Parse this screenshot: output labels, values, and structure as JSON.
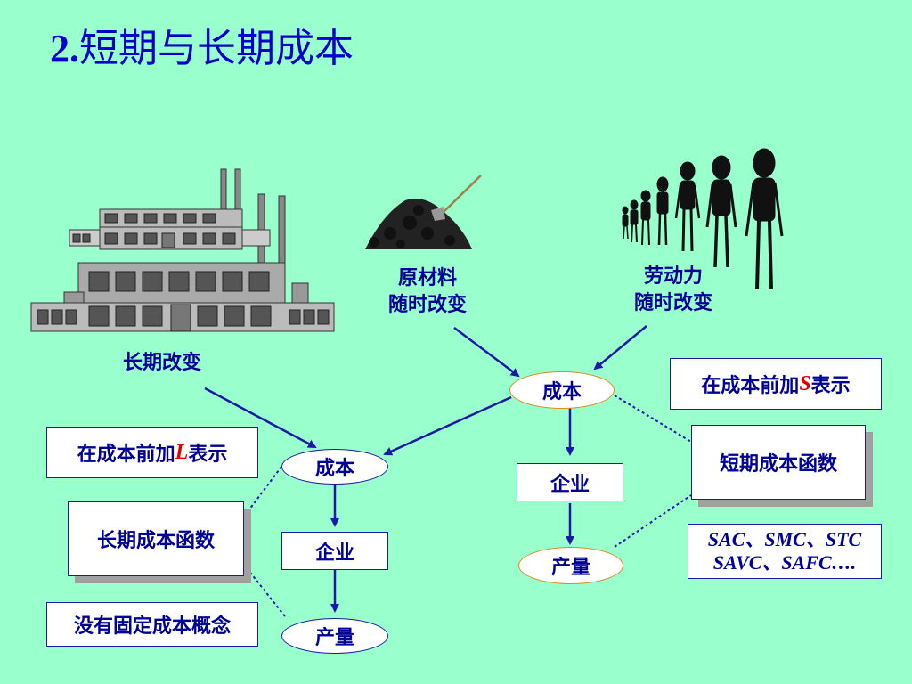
{
  "title": {
    "number": "2.",
    "text": "短期与长期成本"
  },
  "labels": {
    "long_term_change": "长期改变",
    "raw_material_line1": "原材料",
    "raw_material_line2": "随时改变",
    "labor_line1": "劳动力",
    "labor_line2": "随时改变"
  },
  "short_run": {
    "cost": "成本",
    "firm": "企业",
    "output": "产量",
    "prefix_note_before": "在成本前加",
    "prefix_letter": "S",
    "prefix_note_after": "表示",
    "function_label": "短期成本函数",
    "functions_line1": "SAC、SMC、STC",
    "functions_line2": "SAVC、SAFC…."
  },
  "long_run": {
    "cost": "成本",
    "firm": "企业",
    "output": "产量",
    "prefix_note_before": "在成本前加",
    "prefix_letter": "L",
    "prefix_note_after": "表示",
    "function_label": "长期成本函数",
    "no_fixed_cost": "没有固定成本概念"
  },
  "colors": {
    "background": "#99ffcc",
    "text": "#000099",
    "title": "#0000cc",
    "arrow": "#1a1aa6",
    "accent": "#e00000"
  }
}
